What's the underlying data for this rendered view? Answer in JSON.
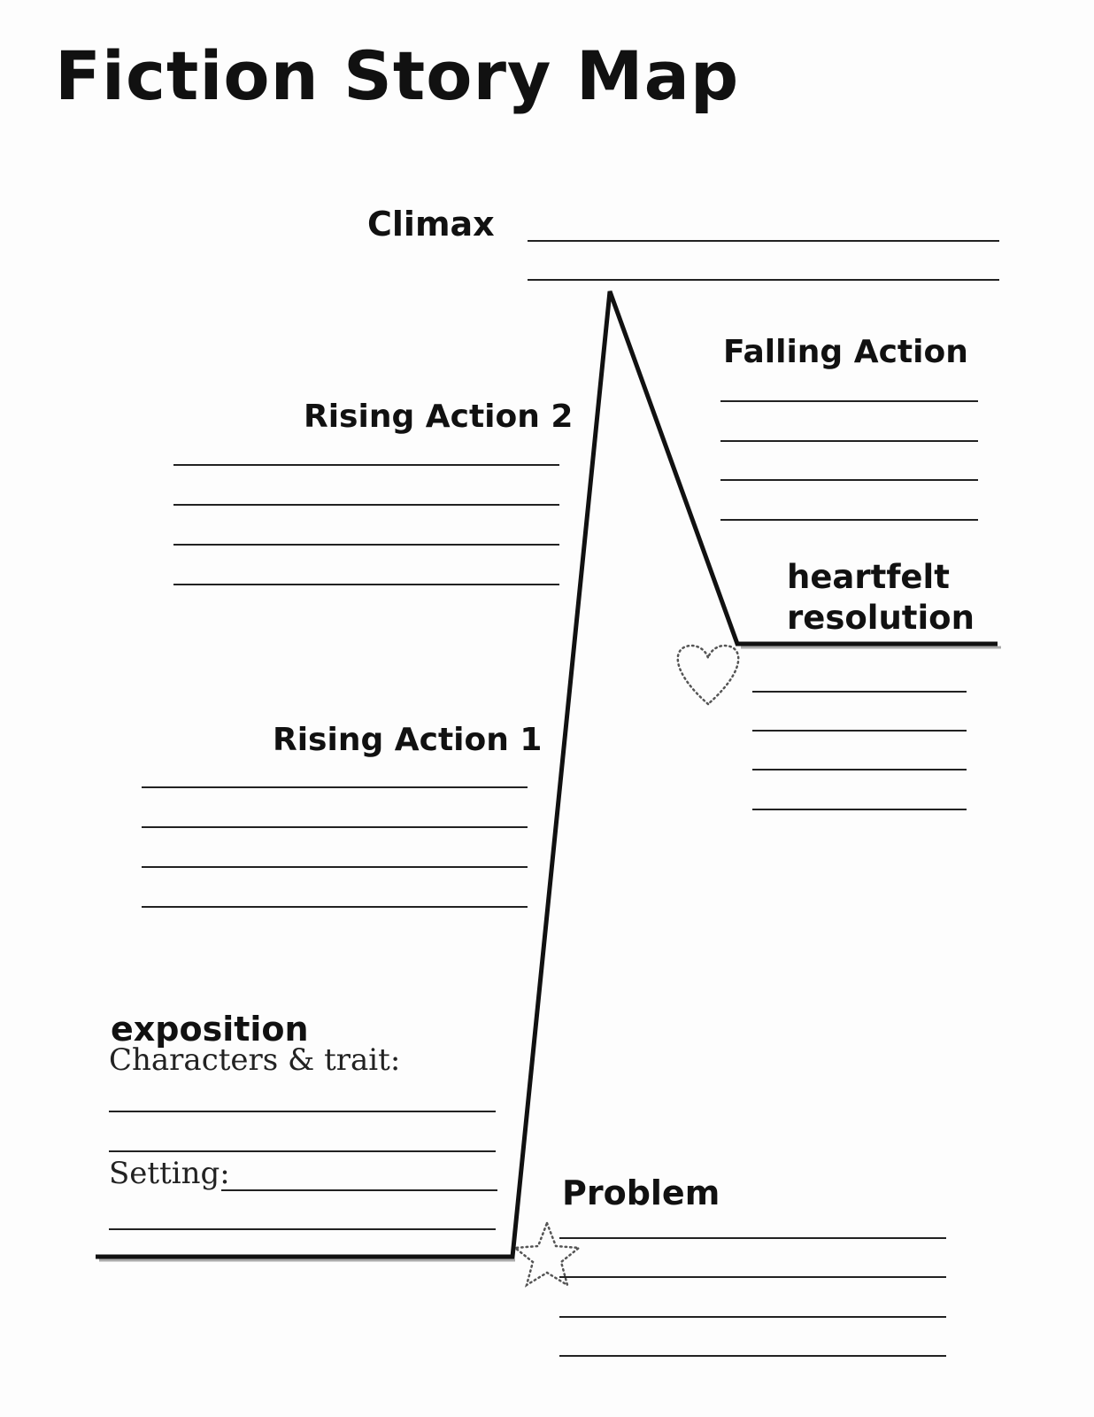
{
  "title": "Fiction Story Map",
  "sections": {
    "climax": "Climax",
    "falling_action": "Falling Action",
    "rising_action_2": "Rising Action 2",
    "heartfelt_resolution_line1": "heartfelt",
    "heartfelt_resolution_line2": "resolution",
    "rising_action_1": "Rising Action 1",
    "exposition": "exposition",
    "characters_label": "Characters & trait:",
    "setting_label": "Setting:",
    "problem": "Problem"
  },
  "icons": [
    "heart-outline-icon",
    "star-outline-icon"
  ]
}
